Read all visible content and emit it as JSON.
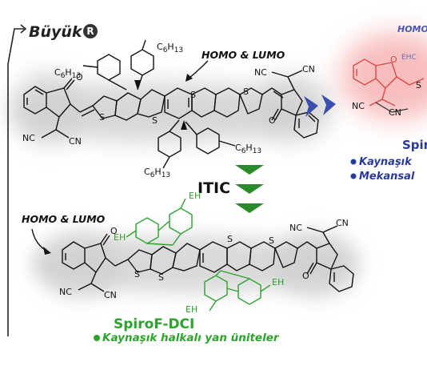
{
  "header": {
    "label": "Büyük",
    "badge": "R"
  },
  "labels": {
    "homo_lumo_top": "HOMO & LUMO",
    "homo_lumo_mid": "HOMO & LUMO",
    "homo_right": "HOMO",
    "ehc_right": "EHC",
    "itic": "ITIC"
  },
  "spirof": {
    "name": "SpiroF-DCI",
    "bullet": "Kaynaşık halkalı yan üniteler"
  },
  "right_panel": {
    "name": "Spiro",
    "bullet1": "Kaynaşık",
    "bullet2": "Mekansal"
  },
  "atoms": {
    "c6h13_base": "C",
    "c6h13_sub1": "6",
    "c6h13_h": "H",
    "c6h13_sub2": "13",
    "s": "S",
    "o": "O",
    "nc": "NC",
    "cn": "CN",
    "eh": "EH"
  },
  "colors": {
    "green_accent": "#2ea12e",
    "blue_accent": "#2a3a9a",
    "arrow_blue": "#3a4fb0",
    "arrow_green": "#2a8a2a",
    "homo_gray": "#d9d9d9",
    "homo_pink": "#f7b8b8",
    "red_structure": "#d94a4a"
  },
  "icons": [
    "bracket-arrow-icon",
    "curved-arrow-icon",
    "double-chevron-right-icon",
    "triple-chevron-down-icon",
    "bullet-dot-icon"
  ]
}
